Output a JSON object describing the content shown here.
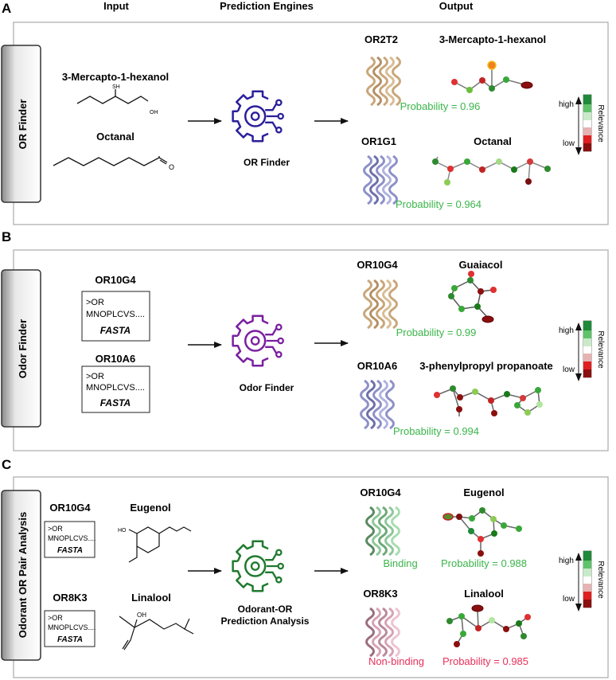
{
  "column_headers": {
    "input": "Input",
    "engines": "Prediction Engines",
    "output": "Output"
  },
  "colors": {
    "orange_accent": "#f0c020",
    "green_accent": "#2e9e2e",
    "purple_accent": "#7a1fa0",
    "navy_accent": "#2a1f9a",
    "probability_green": "#3bb54a",
    "probability_red": "#e8305a"
  },
  "panels": [
    {
      "letter": "A",
      "side_label": "OR Finder",
      "inputs": [
        {
          "name": "3-Mercapto-1-hexanol",
          "sh_label": "SH",
          "oh_label": "OH"
        },
        {
          "name": "Octanal",
          "o_label": "O"
        }
      ],
      "engine": {
        "label": "OR Finder",
        "icon": "gear-network-icon",
        "color": "#2a1f9a"
      },
      "outputs": [
        {
          "receptor": "OR2T2",
          "molecule": "3-Mercapto-1-hexanol",
          "probability": "Probability = 0.96"
        },
        {
          "receptor": "OR1G1",
          "molecule": "Octanal",
          "probability": "Probability = 0.964"
        }
      ],
      "legend": {
        "high": "high",
        "low": "low",
        "title": "Relevance"
      }
    },
    {
      "letter": "B",
      "side_label": "Odor Finder",
      "inputs": [
        {
          "name": "OR10G4",
          "line1": ">OR",
          "line2": "MNOPLCVS....",
          "format": "FASTA"
        },
        {
          "name": "OR10A6",
          "line1": ">OR",
          "line2": "MNOPLCVS....",
          "format": "FASTA"
        }
      ],
      "engine": {
        "label": "Odor Finder",
        "icon": "gear-network-icon",
        "color": "#7a1fa0"
      },
      "outputs": [
        {
          "receptor": "OR10G4",
          "molecule": "Guaiacol",
          "probability": "Probability = 0.99"
        },
        {
          "receptor": "OR10A6",
          "molecule": "3-phenylpropyl propanoate",
          "probability": "Probability = 0.994"
        }
      ],
      "legend": {
        "high": "high",
        "low": "low",
        "title": "Relevance"
      }
    },
    {
      "letter": "C",
      "side_label": "Odorant OR Pair Analysis",
      "inputs": [
        {
          "name": "OR10G4",
          "line1": ">OR",
          "line2": "MNOPLCVS....",
          "format": "FASTA",
          "molecule": "Eugenol",
          "ho_label": "HO"
        },
        {
          "name": "OR8K3",
          "line1": ">OR",
          "line2": "MNOPLCVS....",
          "format": "FASTA",
          "molecule": "Linalool",
          "oh_label": "OH"
        }
      ],
      "engine": {
        "label_line1": "Odorant-OR",
        "label_line2": "Prediction Analysis",
        "icon": "gear-network-icon",
        "color": "#1f7a2e"
      },
      "outputs": [
        {
          "receptor": "OR10G4",
          "molecule": "Eugenol",
          "status": "Binding",
          "probability": "Probability = 0.988"
        },
        {
          "receptor": "OR8K3",
          "molecule": "Linalool",
          "status": "Non-binding",
          "probability": "Probability = 0.985"
        }
      ],
      "legend": {
        "high": "high",
        "low": "low",
        "title": "Relevance"
      }
    }
  ]
}
